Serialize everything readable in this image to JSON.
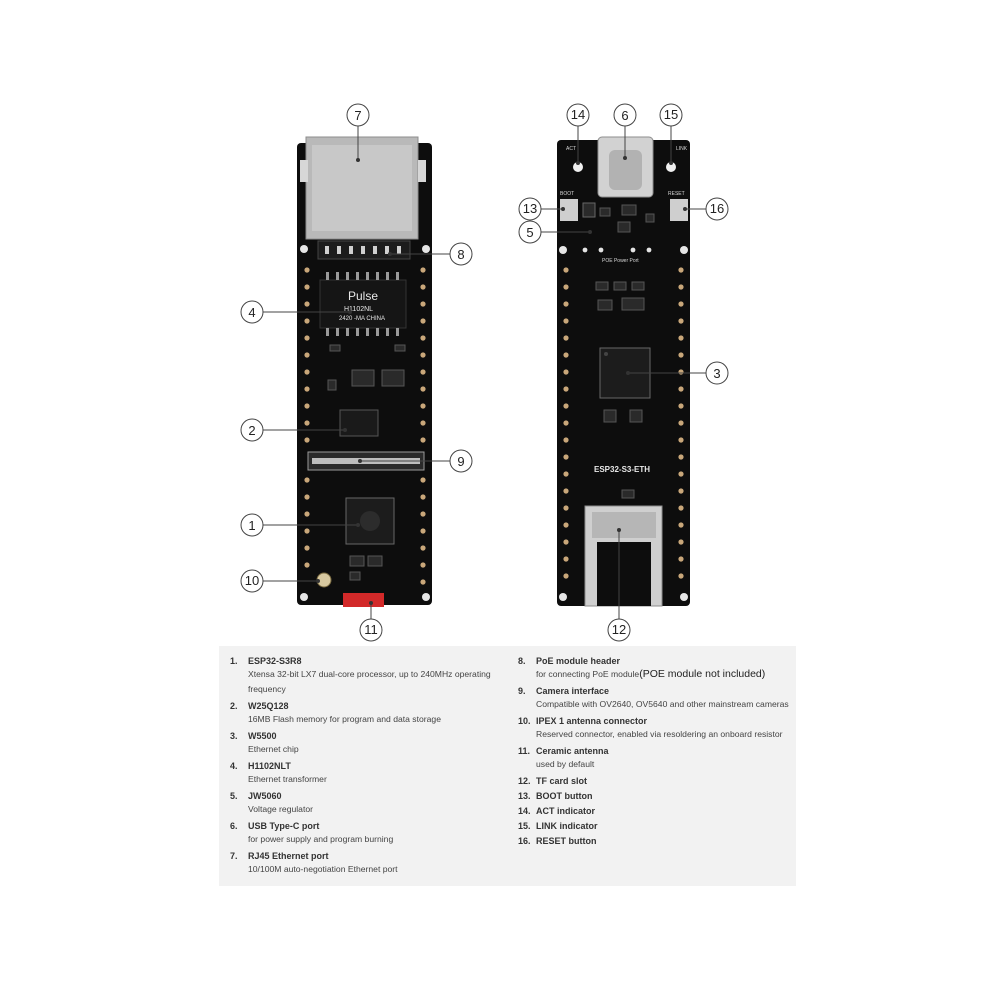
{
  "callouts": [
    "1",
    "2",
    "3",
    "4",
    "5",
    "6",
    "7",
    "8",
    "9",
    "10",
    "11",
    "12",
    "13",
    "14",
    "15",
    "16"
  ],
  "board_labels": {
    "pulse_logo": "Pulse",
    "pulse_part": "H1102NL",
    "pulse_code": "2420 -MA CHINA",
    "product_name": "ESP32-S3-ETH",
    "poe_power_port": "POE Power Port",
    "boot": "BOOT",
    "reset": "RESET",
    "act": "ACT",
    "link": "LINK"
  },
  "legend": {
    "items": [
      {
        "num": "1.",
        "title": "ESP32-S3R8",
        "desc": "Xtensa 32-bit LX7 dual-core processor, up to 240MHz operating frequency",
        "desc_note": ""
      },
      {
        "num": "2.",
        "title": "W25Q128",
        "desc": "16MB Flash memory for program and data storage",
        "desc_note": ""
      },
      {
        "num": "3.",
        "title": "W5500",
        "desc": "Ethernet chip",
        "desc_note": ""
      },
      {
        "num": "4.",
        "title": "H1102NLT",
        "desc": "Ethernet transformer",
        "desc_note": ""
      },
      {
        "num": "5.",
        "title": "JW5060",
        "desc": "Voltage regulator",
        "desc_note": ""
      },
      {
        "num": "6.",
        "title": "USB Type-C port",
        "desc": "for power supply and program burning",
        "desc_note": ""
      },
      {
        "num": "7.",
        "title": "RJ45 Ethernet port",
        "desc": "10/100M auto-negotiation Ethernet port",
        "desc_note": ""
      },
      {
        "num": "8.",
        "title": "PoE module header",
        "desc": "for connecting PoE module",
        "desc_note": "(POE module not included)"
      },
      {
        "num": "9.",
        "title": "Camera interface",
        "desc": "Compatible with OV2640, OV5640 and other mainstream cameras",
        "desc_note": ""
      },
      {
        "num": "10.",
        "title": "IPEX 1 antenna connector",
        "desc": "Reserved connector, enabled via resoldering an onboard resistor",
        "desc_note": ""
      },
      {
        "num": "11.",
        "title": "Ceramic antenna",
        "desc": "used by default",
        "desc_note": ""
      },
      {
        "num": "12.",
        "title": "TF card slot",
        "desc": "",
        "desc_note": ""
      },
      {
        "num": "13.",
        "title": "BOOT button",
        "desc": "",
        "desc_note": ""
      },
      {
        "num": "14.",
        "title": "ACT indicator",
        "desc": "",
        "desc_note": ""
      },
      {
        "num": "15.",
        "title": "LINK indicator",
        "desc": "",
        "desc_note": ""
      },
      {
        "num": "16.",
        "title": "RESET button",
        "desc": "",
        "desc_note": ""
      }
    ]
  }
}
